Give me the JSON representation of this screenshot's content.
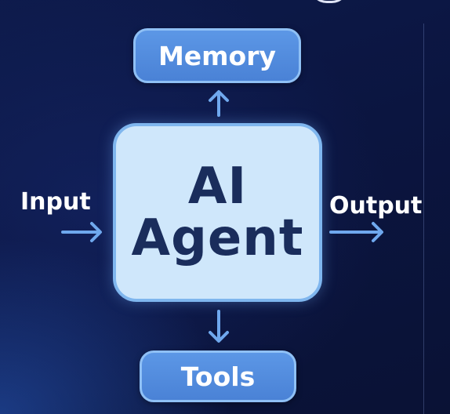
{
  "diagram": {
    "memory_label": "Memory",
    "agent_line1": "AI",
    "agent_line2": "Agent",
    "tools_label": "Tools",
    "input_label": "Input",
    "output_label": "Output"
  },
  "colors": {
    "background": "#0b1540",
    "pill_fill": "#4a82d6",
    "pill_border": "#8fc0f5",
    "agent_fill": "#cfe7fb",
    "agent_border": "#7fb6ee",
    "agent_text": "#1a2d5c",
    "arrow": "#6fa8ee"
  }
}
